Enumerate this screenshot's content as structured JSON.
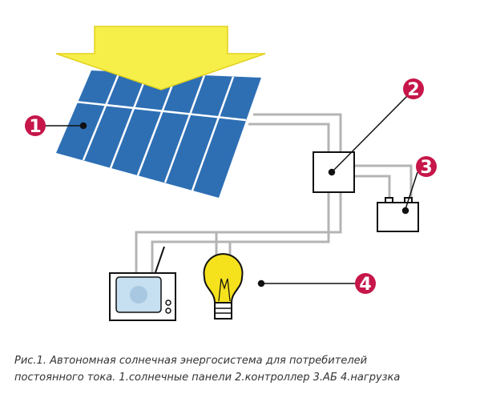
{
  "callouts": [
    {
      "num": "1",
      "target": "solar-panels"
    },
    {
      "num": "2",
      "target": "controller"
    },
    {
      "num": "3",
      "target": "battery"
    },
    {
      "num": "4",
      "target": "load"
    }
  ],
  "caption": {
    "line1": "Рис.1. Автономная солнечная энергосистема для потребителей",
    "line2": "постоянного тока. 1.солнечные панели 2.контроллер 3.АБ 4.нагрузка"
  },
  "colors": {
    "sun_arrow": "#f6ef4a",
    "panel": "#2e6fb4",
    "wire": "#b4b4b4",
    "callout": "#c6164a",
    "bulb": "#f5e11c",
    "screen": "#c6dff1"
  },
  "icons": [
    "sun-arrow",
    "solar-panel",
    "controller-box",
    "battery-icon",
    "tv-icon",
    "light-bulb-icon"
  ]
}
